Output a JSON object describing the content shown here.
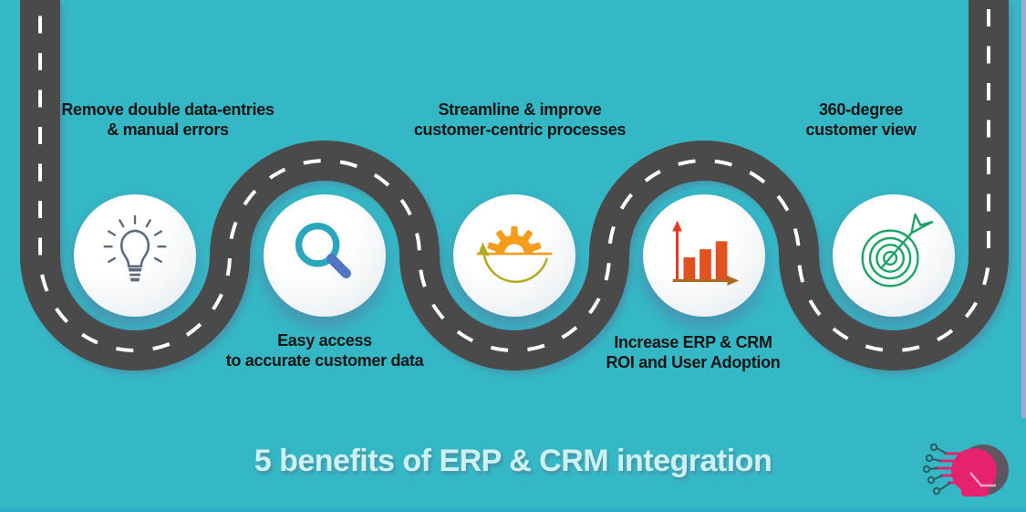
{
  "title": "5 benefits of ERP & CRM integration",
  "colors": {
    "background": "#35b8c6",
    "road": "#4a4a4a",
    "road_dashes": "#ffffff",
    "title_text": "#cdf2f5",
    "label_text": "#151515",
    "lightbulb": "#5a6b7c",
    "magnifier_ring": "#2ba7bd",
    "magnifier_handle": "#5076c4",
    "gear": "#f59c1d",
    "refresh_arrow": "#b5ab22",
    "bars": "#e25120",
    "bar_axis_vertical": "#e23c28",
    "bar_axis_horizontal": "#ad6a1f",
    "target": "#17a463",
    "logo_pink": "#e6226e",
    "logo_gray": "#5f5560"
  },
  "benefits": [
    {
      "id": "remove-errors",
      "line1": "Remove double data-entries",
      "line2": "& manual errors",
      "icon": "lightbulb-icon",
      "label_position": "above"
    },
    {
      "id": "easy-access",
      "line1": "Easy access",
      "line2": "to accurate customer data",
      "icon": "magnifying-glass-icon",
      "label_position": "below"
    },
    {
      "id": "streamline",
      "line1": "Streamline & improve",
      "line2": "customer-centric processes",
      "icon": "gear-refresh-icon",
      "label_position": "above"
    },
    {
      "id": "increase-roi",
      "line1": "Increase ERP & CRM",
      "line2": "ROI and User Adoption",
      "icon": "bar-chart-icon",
      "label_position": "below"
    },
    {
      "id": "customer-360",
      "line1": "360-degree",
      "line2": "customer view",
      "icon": "target-arrow-icon",
      "label_position": "above"
    }
  ],
  "logo": {
    "icon": "circuit-brand-logo"
  }
}
